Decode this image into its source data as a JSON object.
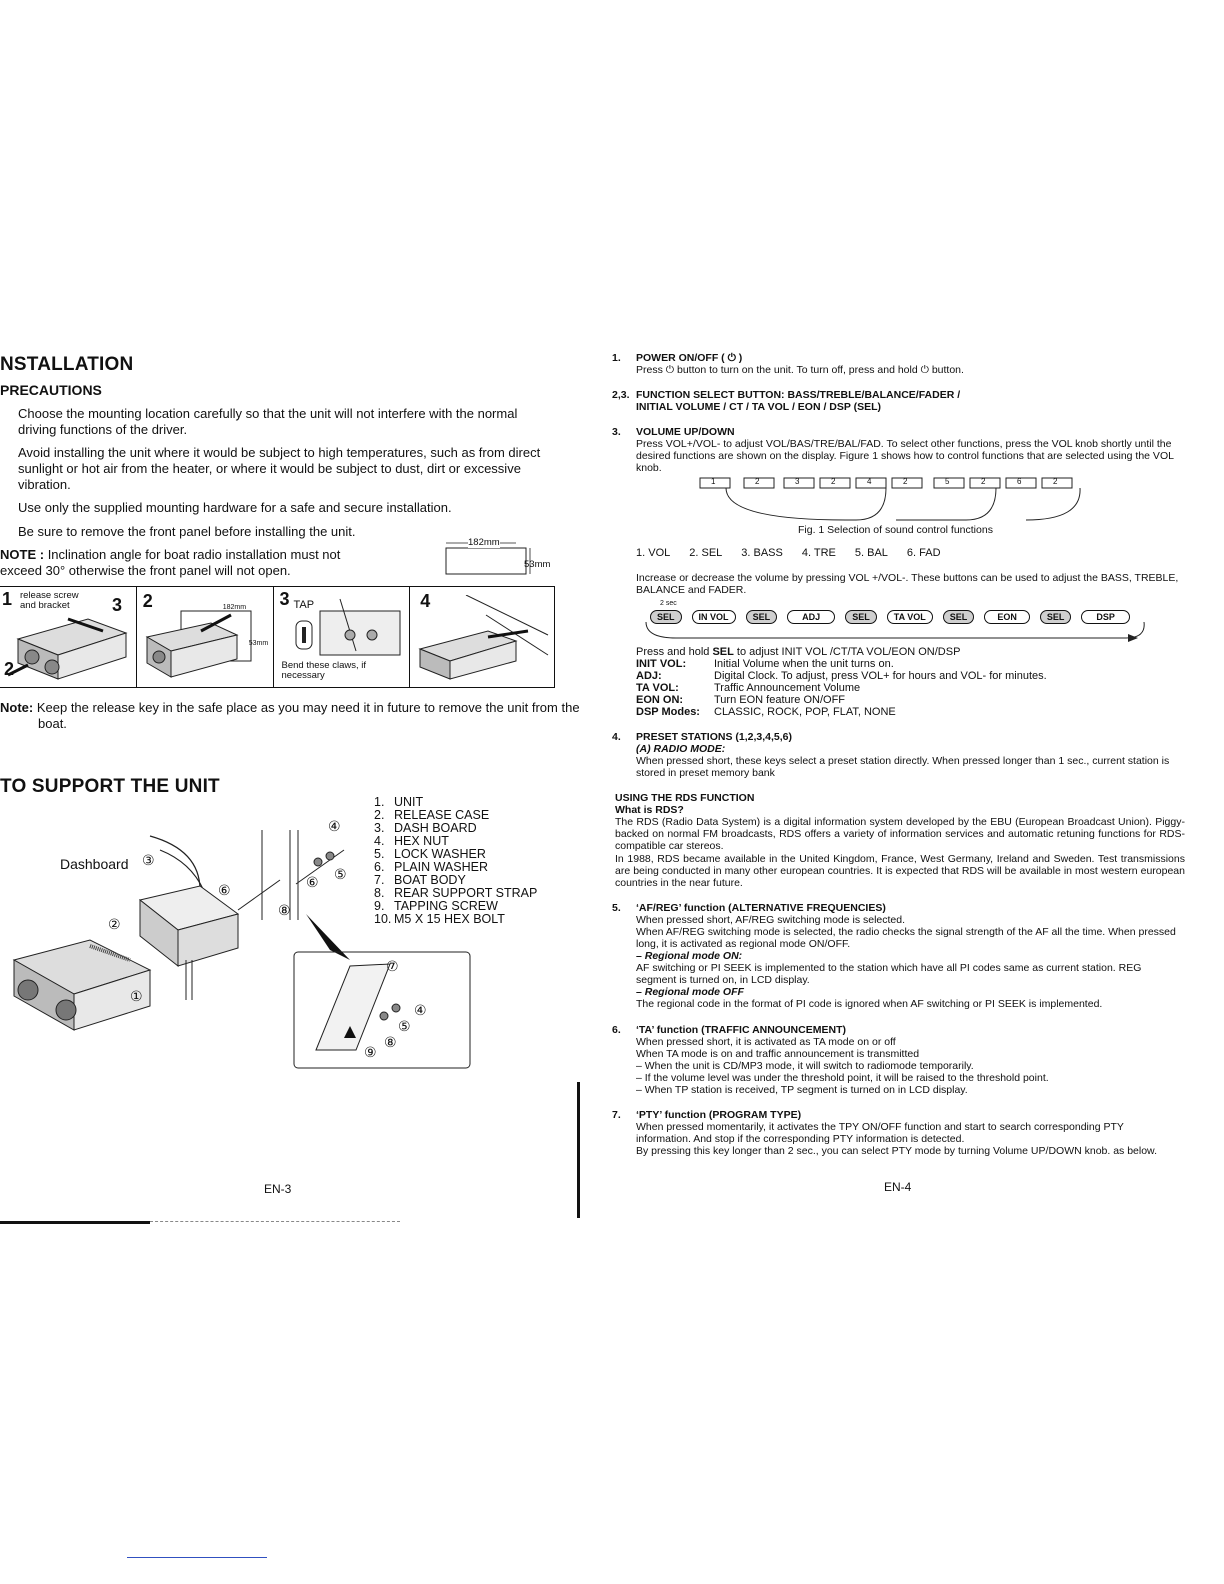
{
  "left": {
    "title": "NSTALLATION",
    "precautions_heading": "PRECAUTIONS",
    "precautions": [
      "Choose the mounting location carefully so that the unit will not interfere with the normal driving functions of the driver.",
      "Avoid installing the unit where it would be subject to high temperatures, such as from direct sunlight or hot air from the heater, or where it would be subject to dust, dirt or excessive vibration.",
      "Use only the supplied mounting hardware for a safe and secure installation.",
      "Be sure to remove the front panel before installing the unit."
    ],
    "note_label": "NOTE :",
    "note_line1": "Inclination angle for boat radio installation must not",
    "note_line2": "exceed 30° otherwise the front panel will not open.",
    "dim_width": "182mm",
    "dim_height": "53mm",
    "steps": {
      "s1_num": "1",
      "s1_label": "release screw and bracket",
      "s1_num_b": "3",
      "s1_num_c": "2",
      "s2_num": "2",
      "s2_width": "182mm",
      "s2_height": "53mm",
      "s3_num": "3",
      "s3_tap": "TAP",
      "s3_caption": "Bend these claws, if necessary",
      "s4_num": "4"
    },
    "note2_label": "Note:",
    "note2_text": "Keep the release key in the safe place as you may need it in future to remove the unit from the boat.",
    "support_title": "TO SUPPORT THE UNIT",
    "parts": [
      {
        "n": "1.",
        "t": "UNIT"
      },
      {
        "n": "2.",
        "t": "RELEASE CASE"
      },
      {
        "n": "3.",
        "t": "DASH BOARD"
      },
      {
        "n": "4.",
        "t": "HEX NUT"
      },
      {
        "n": "5.",
        "t": "LOCK WASHER"
      },
      {
        "n": "6.",
        "t": "PLAIN WASHER"
      },
      {
        "n": "7.",
        "t": "BOAT BODY"
      },
      {
        "n": "8.",
        "t": "REAR SUPPORT STRAP"
      },
      {
        "n": "9.",
        "t": "TAPPING SCREW"
      },
      {
        "n": "10.",
        "t": "M5 X 15 HEX BOLT"
      }
    ],
    "dashboard_label": "Dashboard",
    "callouts": [
      "①",
      "②",
      "③",
      "④",
      "⑤",
      "⑥",
      "⑦",
      "⑧",
      "⑨"
    ],
    "page_number": "EN-3"
  },
  "right": {
    "i1_no": "1.",
    "i1_title": "POWER ON/OFF ( ⏻ )",
    "i1_text": "Press ⏻ button to turn on the unit. To turn off, press and hold ⏻ button.",
    "i2_no": "2,3.",
    "i2_title_1": "FUNCTION SELECT BUTTON: BASS/TREBLE/BALANCE/FADER /",
    "i2_title_2": "INITIAL VOLUME / CT / TA VOL / EON / DSP (SEL)",
    "i3_no": "3.",
    "i3_title": "VOLUME UP/DOWN",
    "i3_text": "Press VOL+/VOL- to adjust VOL/BAS/TRE/BAL/FAD. To select other functions, press the VOL knob shortly until the desired functions are shown on the display. Figure 1 shows how to control functions that are selected using the VOL knob.",
    "fig1_boxes": [
      "1",
      "2",
      "3",
      "2",
      "4",
      "2",
      "5",
      "2",
      "6",
      "2"
    ],
    "fig1_caption": "Fig. 1 Selection of sound control functions",
    "fig1_legend": [
      "1. VOL",
      "2. SEL",
      "3. BASS",
      "4. TRE",
      "5. BAL",
      "6. FAD"
    ],
    "vol_text": "Increase or decrease the volume by pressing VOL +/VOL-. These buttons can be used to adjust the BASS, TREBLE, BALANCE and FADER.",
    "sel_2sec": "2 sec",
    "sel_chain": [
      "SEL",
      "IN VOL",
      "SEL",
      "ADJ",
      "SEL",
      "TA VOL",
      "SEL",
      "EON",
      "SEL",
      "DSP"
    ],
    "hold_text_a": "Press and hold ",
    "hold_text_b": "SEL",
    "hold_text_c": " to adjust INIT VOL /CT/TA VOL/EON ON/DSP",
    "modes": [
      {
        "k": "INIT VOL:",
        "v": "Initial Volume when the unit turns on."
      },
      {
        "k": "ADJ:",
        "v": "Digital Clock. To adjust, press VOL+ for hours and VOL- for minutes."
      },
      {
        "k": "TA VOL:",
        "v": "Traffic Announcement Volume"
      },
      {
        "k": "EON ON:",
        "v": "Turn EON feature ON/OFF"
      },
      {
        "k": "DSP Modes:",
        "v": "CLASSIC, ROCK, POP, FLAT, NONE"
      }
    ],
    "i4_no": "4.",
    "i4_title": "PRESET STATIONS (1,2,3,4,5,6)",
    "i4_sub": "(A) RADIO MODE:",
    "i4_text": "When pressed short, these keys select a preset station directly. When pressed longer than 1 sec., current station is stored in preset memory bank",
    "rds_title": "USING THE RDS FUNCTION",
    "rds_q": "What is RDS?",
    "rds_p1": "The RDS (Radio Data System) is a digital information system developed by the EBU (European Broadcast Union). Piggy-backed on normal FM broadcasts, RDS offers a variety of information services and automatic retuning functions for RDS-compatible car stereos.",
    "rds_p2": "In 1988, RDS became available in the United Kingdom, France, West Germany, Ireland and Sweden. Test transmissions are being conducted in many other european countries. It is expected that RDS will be available in most western european countries in the near future.",
    "i5_no": "5.",
    "i5_title": "‘AF/REG’ function (ALTERNATIVE FREQUENCIES)",
    "i5_l1": "When pressed short, AF/REG switching mode is selected.",
    "i5_l2": "When AF/REG switching mode is selected, the radio checks the signal strength of the AF all the time. When pressed long, it is activated as regional mode ON/OFF.",
    "i5_sub1": "– Regional mode ON:",
    "i5_l3": "AF switching or PI SEEK is implemented to the station which have all PI codes same as current station. REG segment is turned on, in LCD display.",
    "i5_sub2": "– Regional mode OFF",
    "i5_l4": "The regional code in the format of PI code is ignored when AF switching or PI SEEK is implemented.",
    "i6_no": "6.",
    "i6_title": "‘TA’ function (TRAFFIC ANNOUNCEMENT)",
    "i6_lines": [
      "When pressed short, it is activated as TA mode on or off",
      "When TA mode is on and traffic announcement is transmitted",
      "– When the unit is CD/MP3 mode, it will switch to radiomode temporarily.",
      "– If the volume level was under the threshold point, it will be raised to the threshold point.",
      "– When TP station is received, TP segment is turned on in LCD display."
    ],
    "i7_no": "7.",
    "i7_title": "‘PTY’ function (PROGRAM TYPE)",
    "i7_l1": "When pressed momentarily, it activates the TPY ON/OFF function and start to search corresponding PTY information. And stop if the corresponding PTY information is detected.",
    "i7_l2": "By pressing this key longer than 2 sec., you can select PTY mode by turning Volume UP/DOWN knob. as below.",
    "page_number": "EN-4"
  }
}
